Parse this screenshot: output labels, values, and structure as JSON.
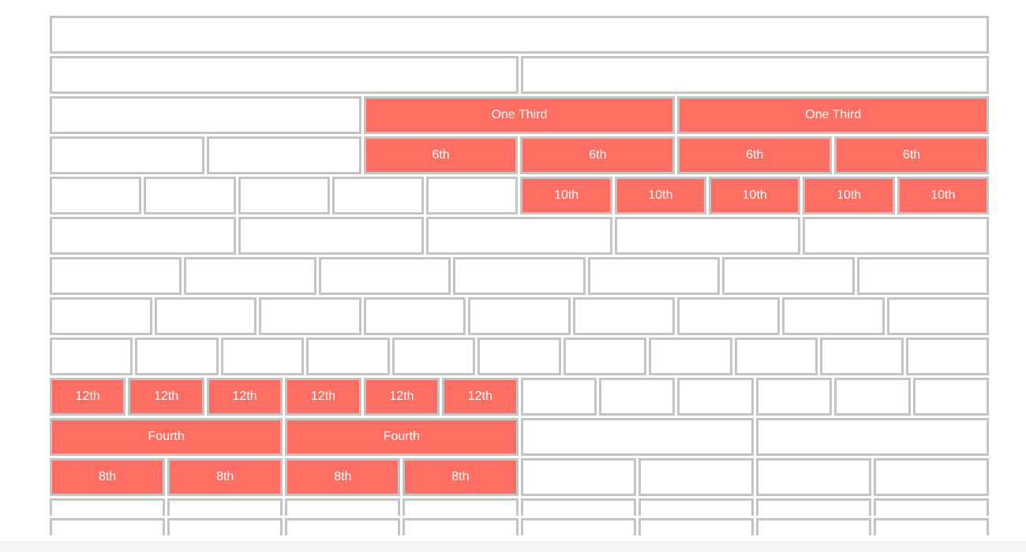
{
  "colors": {
    "highlight": "#ff6e63",
    "border": "#c4c4c4",
    "background": "#ffffff"
  },
  "rows": [
    {
      "cells": [
        {
          "label": "",
          "hl": false
        }
      ]
    },
    {
      "cells": [
        {
          "label": "",
          "hl": false
        },
        {
          "label": "",
          "hl": false
        }
      ]
    },
    {
      "cells": [
        {
          "label": "",
          "hl": false
        },
        {
          "label": "One Third",
          "hl": true
        },
        {
          "label": "One Third",
          "hl": true
        }
      ]
    },
    {
      "cells": [
        {
          "label": "",
          "hl": false
        },
        {
          "label": "",
          "hl": false
        },
        {
          "label": "6th",
          "hl": true
        },
        {
          "label": "6th",
          "hl": true
        },
        {
          "label": "6th",
          "hl": true
        },
        {
          "label": "6th",
          "hl": true
        }
      ]
    },
    {
      "cells": [
        {
          "label": "",
          "hl": false
        },
        {
          "label": "",
          "hl": false
        },
        {
          "label": "",
          "hl": false
        },
        {
          "label": "",
          "hl": false
        },
        {
          "label": "",
          "hl": false
        },
        {
          "label": "10th",
          "hl": true
        },
        {
          "label": "10th",
          "hl": true
        },
        {
          "label": "10th",
          "hl": true
        },
        {
          "label": "10th",
          "hl": true
        },
        {
          "label": "10th",
          "hl": true
        }
      ]
    },
    {
      "cells": [
        {
          "label": "",
          "hl": false
        },
        {
          "label": "",
          "hl": false
        },
        {
          "label": "",
          "hl": false
        },
        {
          "label": "",
          "hl": false
        },
        {
          "label": "",
          "hl": false
        }
      ]
    },
    {
      "cells": [
        {
          "label": "",
          "hl": false
        },
        {
          "label": "",
          "hl": false
        },
        {
          "label": "",
          "hl": false
        },
        {
          "label": "",
          "hl": false
        },
        {
          "label": "",
          "hl": false
        },
        {
          "label": "",
          "hl": false
        },
        {
          "label": "",
          "hl": false
        }
      ]
    },
    {
      "cells": [
        {
          "label": "",
          "hl": false
        },
        {
          "label": "",
          "hl": false
        },
        {
          "label": "",
          "hl": false
        },
        {
          "label": "",
          "hl": false
        },
        {
          "label": "",
          "hl": false
        },
        {
          "label": "",
          "hl": false
        },
        {
          "label": "",
          "hl": false
        },
        {
          "label": "",
          "hl": false
        },
        {
          "label": "",
          "hl": false
        }
      ]
    },
    {
      "cells": [
        {
          "label": "",
          "hl": false
        },
        {
          "label": "",
          "hl": false
        },
        {
          "label": "",
          "hl": false
        },
        {
          "label": "",
          "hl": false
        },
        {
          "label": "",
          "hl": false
        },
        {
          "label": "",
          "hl": false
        },
        {
          "label": "",
          "hl": false
        },
        {
          "label": "",
          "hl": false
        },
        {
          "label": "",
          "hl": false
        },
        {
          "label": "",
          "hl": false
        },
        {
          "label": "",
          "hl": false
        }
      ]
    },
    {
      "cells": [
        {
          "label": "12th",
          "hl": true
        },
        {
          "label": "12th",
          "hl": true
        },
        {
          "label": "12th",
          "hl": true
        },
        {
          "label": "12th",
          "hl": true
        },
        {
          "label": "12th",
          "hl": true
        },
        {
          "label": "12th",
          "hl": true
        },
        {
          "label": "",
          "hl": false
        },
        {
          "label": "",
          "hl": false
        },
        {
          "label": "",
          "hl": false
        },
        {
          "label": "",
          "hl": false
        },
        {
          "label": "",
          "hl": false
        },
        {
          "label": "",
          "hl": false
        }
      ]
    },
    {
      "cells": [
        {
          "label": "Fourth",
          "hl": true
        },
        {
          "label": "Fourth",
          "hl": true
        },
        {
          "label": "",
          "hl": false
        },
        {
          "label": "",
          "hl": false
        }
      ]
    },
    {
      "cells": [
        {
          "label": "8th",
          "hl": true
        },
        {
          "label": "8th",
          "hl": true
        },
        {
          "label": "8th",
          "hl": true
        },
        {
          "label": "8th",
          "hl": true
        },
        {
          "label": "",
          "hl": false
        },
        {
          "label": "",
          "hl": false
        },
        {
          "label": "",
          "hl": false
        },
        {
          "label": "",
          "hl": false
        }
      ]
    },
    {
      "cells": [
        {
          "label": "",
          "hl": false
        },
        {
          "label": "",
          "hl": false
        },
        {
          "label": "",
          "hl": false
        },
        {
          "label": "",
          "hl": false
        },
        {
          "label": "",
          "hl": false
        },
        {
          "label": "",
          "hl": false
        },
        {
          "label": "",
          "hl": false
        },
        {
          "label": "",
          "hl": false
        }
      ]
    },
    {
      "cells": [
        {
          "label": "",
          "hl": false
        },
        {
          "label": "",
          "hl": false
        },
        {
          "label": "",
          "hl": false
        },
        {
          "label": "",
          "hl": false
        },
        {
          "label": "",
          "hl": false
        },
        {
          "label": "",
          "hl": false
        },
        {
          "label": "",
          "hl": false
        },
        {
          "label": "",
          "hl": false
        }
      ]
    }
  ]
}
